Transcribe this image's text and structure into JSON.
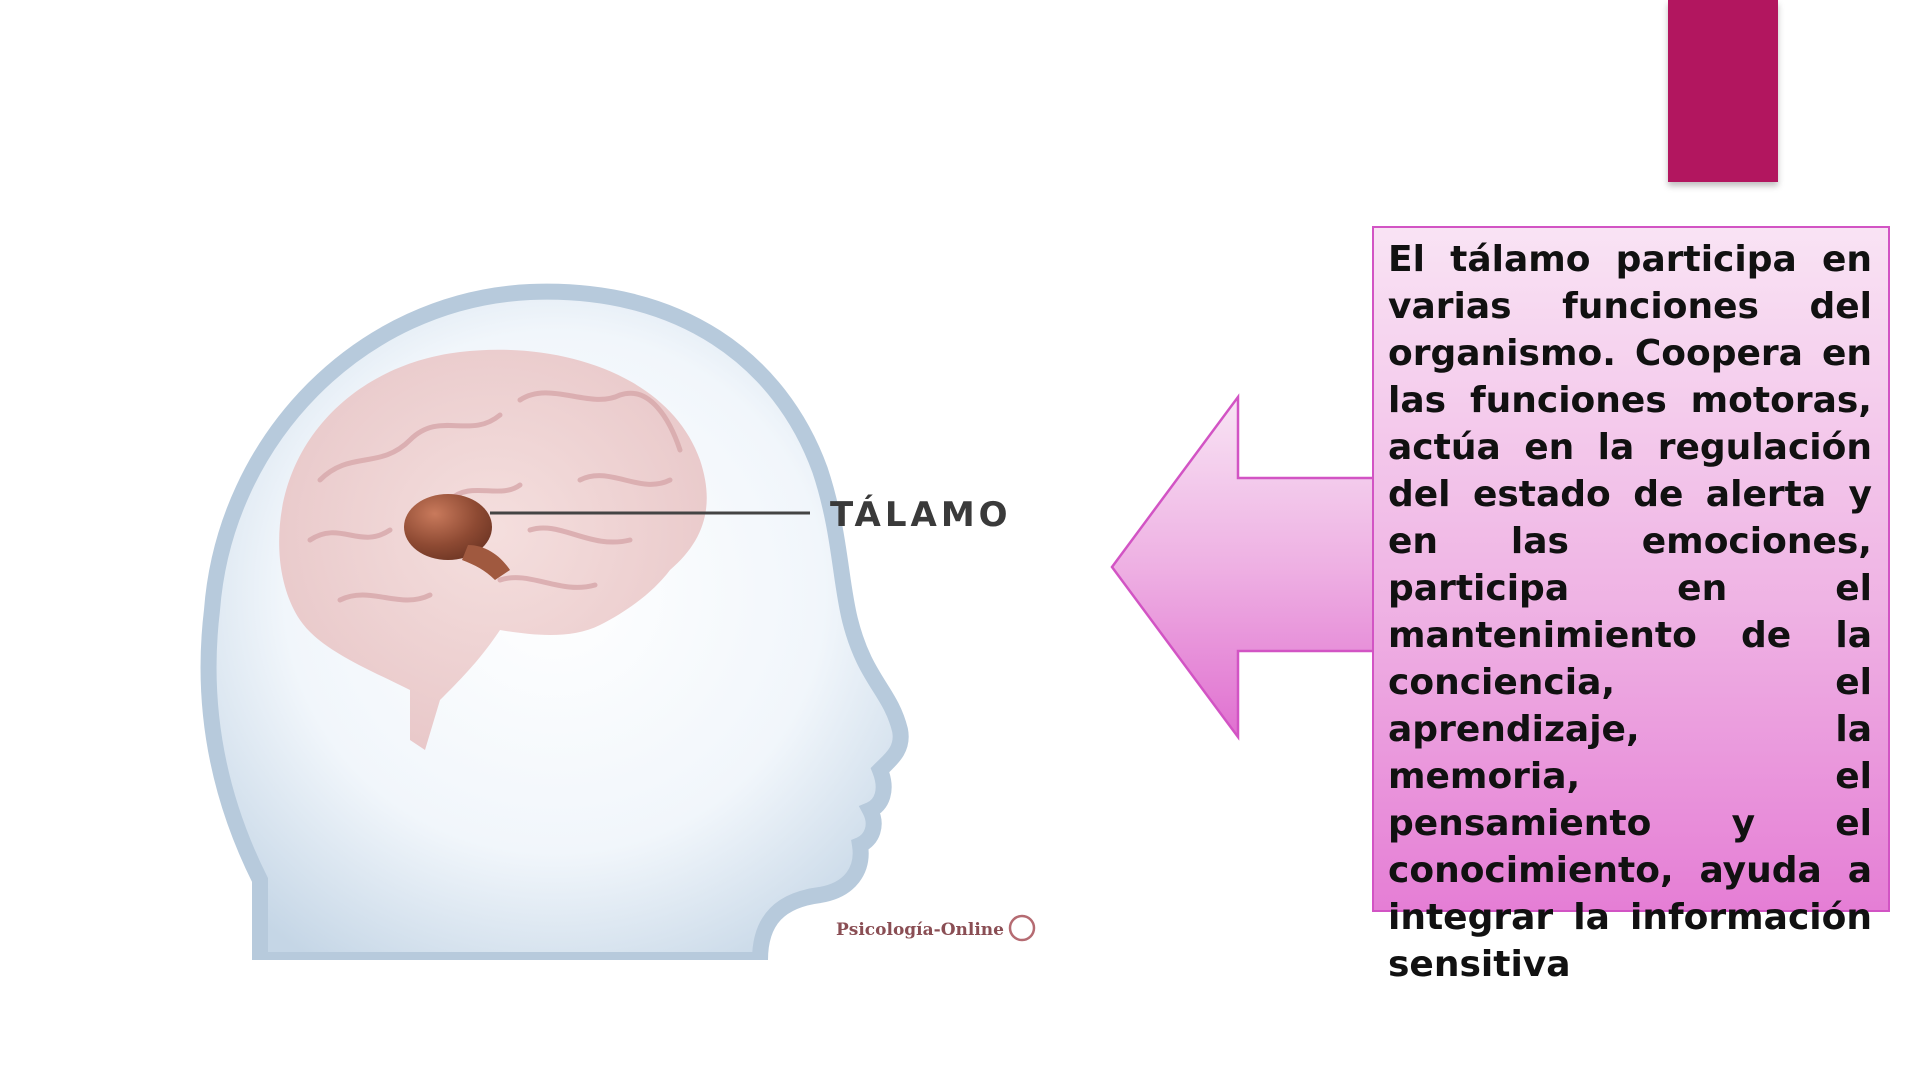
{
  "slide": {
    "accent_color": "#b2165f",
    "figure": {
      "label": "TÁLAMO",
      "credit": "Psicología-Online"
    },
    "arrow": {
      "direction": "left",
      "fill_top": "#f8e4f4",
      "fill_bottom": "#e070d0",
      "stroke": "#d254c4"
    },
    "text_box": {
      "body": "El tálamo participa en varias funciones del organismo. Coopera en las funciones motoras, actúa en la regulación del estado de alerta y en las emociones, participa en el mantenimiento de la conciencia, el aprendizaje, la memoria, el pensamiento y el conocimiento, ayuda a integrar la información sensitiva"
    }
  }
}
